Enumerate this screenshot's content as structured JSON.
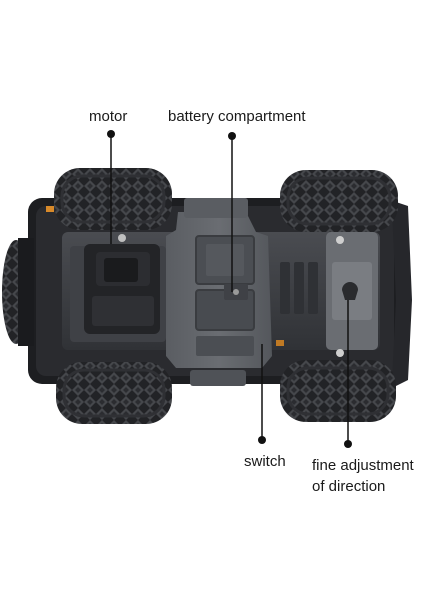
{
  "labels": {
    "motor": "motor",
    "battery": "battery compartment",
    "switch": "switch",
    "fine_line1": "fine adjustment",
    "fine_line2": "of direction"
  },
  "colors": {
    "chassis": "#3b3d42",
    "chassis_dark": "#1f2023",
    "tire": "#242528",
    "tread": "#4a4c50",
    "background": "#ffffff",
    "callout": "#111111"
  }
}
